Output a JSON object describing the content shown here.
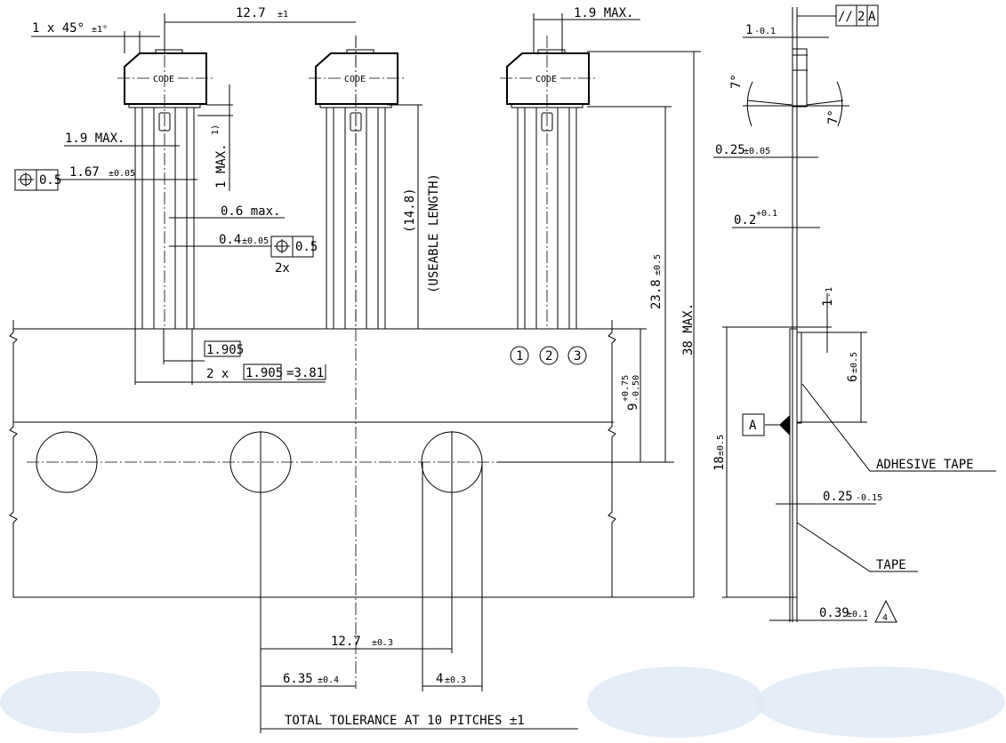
{
  "labels": {
    "chamfer": "1 x 45°",
    "chamfer_tol": "±1°",
    "pitch_top": "12.7",
    "pitch_top_tol": "±1",
    "width_max_top": "1.9  MAX.",
    "code": "CODE",
    "lead_width_max": "1.9  MAX.",
    "standoff": "1 MAX.",
    "standoff_note": "1)",
    "lead_pitch": "1.67",
    "lead_pitch_tol": "±0.05",
    "position_tol_value": "0.5",
    "lead_thick_max": "0.6  max.",
    "lead_thick": "0.4",
    "lead_thick_tol": "±0.05",
    "lead_pos_tol": "0.5",
    "times": "2x",
    "useable_length": "(14.8)",
    "useable_text": "(USEABLE  LENGTH)",
    "height_23": "23.8",
    "height_23_tol": "±0.5",
    "height_38": "38  MAX.",
    "height_9": "9",
    "height_9_tol_plus": "+0.75",
    "height_9_tol_minus": "-0.50",
    "lead_spacing": "1.905",
    "lead_spacing_2x_prefix": "2  x",
    "lead_spacing_2x": "1.905",
    "lead_spacing_total": "=3.81",
    "pin1": "1",
    "pin2": "2",
    "pin3": "3",
    "pitch_bottom": "12.7",
    "pitch_bottom_tol": "±0.3",
    "offset": "6.35",
    "offset_tol": "±0.4",
    "hole": "4",
    "hole_tol": "±0.3",
    "total_tolerance": "TOTAL  TOLERANCE  AT  10  PITCHES  ±1",
    "parallel_sym": "//",
    "parallel_value": "2",
    "parallel_datum": "A",
    "body_thick": "1",
    "body_thick_tol": "-0.1",
    "angle_left": "7°",
    "angle_right": "7°",
    "lead_t": "0.25",
    "lead_t_tol": "±0.05",
    "lead_gap": "0.2",
    "lead_gap_tol": "+0.1",
    "offset_1": "1",
    "offset_1_tol": "-1",
    "adhesive_w": "6",
    "adhesive_w_tol": "±0.5",
    "datum": "A",
    "tape_w": "18",
    "tape_w_tol": "±0.5",
    "adhesive_tape": "ADHESIVE  TAPE",
    "adh_thick": "0.25",
    "adh_thick_tol": "-0.15",
    "tape": "TAPE",
    "total_thick": "0.39",
    "total_thick_tol": "±0.1",
    "note_flag": "4"
  }
}
